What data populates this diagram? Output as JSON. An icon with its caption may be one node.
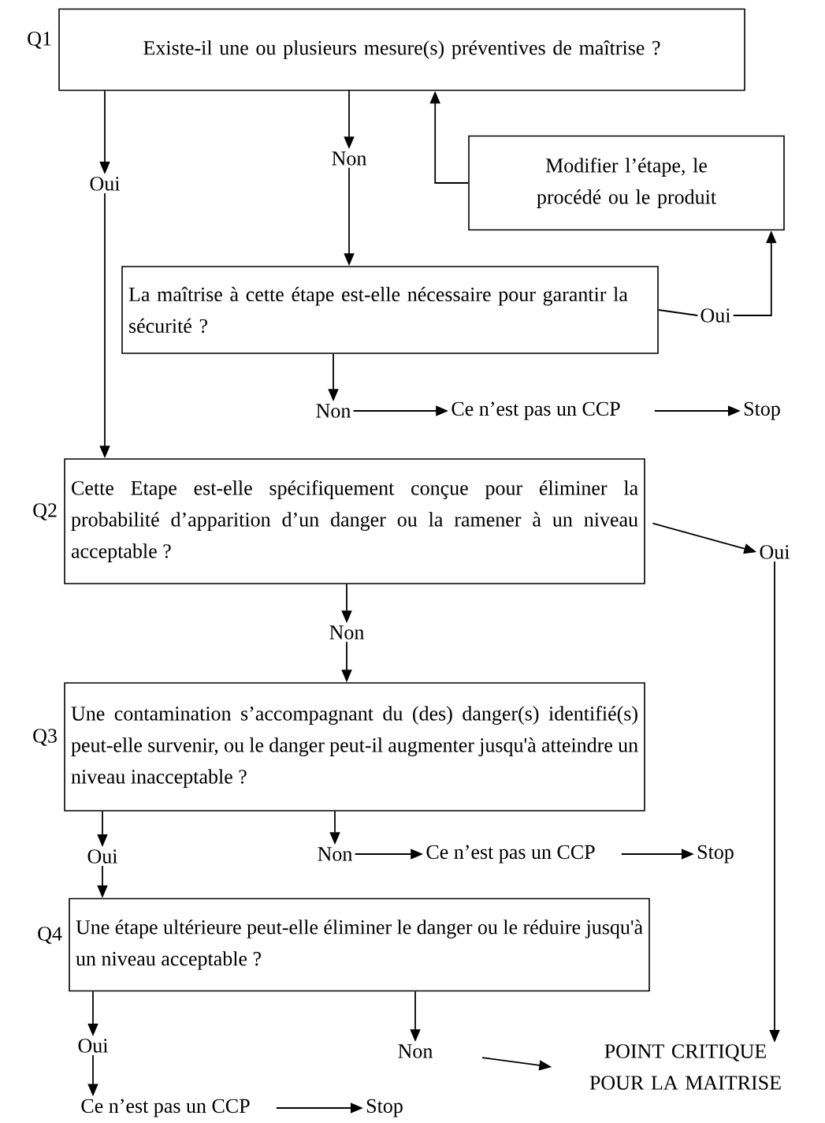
{
  "diagram": {
    "nodes": [
      {
        "text": [
          "Existe-il une ou plusieurs mesure(s) préventives de maîtrise ?"
        ],
        "beside": [
          "Q1"
        ]
      },
      {
        "text": [
          "Oui"
        ]
      },
      {
        "text": [
          "Non"
        ]
      },
      {
        "text": [
          "Modifier l’étape, le procédé ou le produit"
        ]
      },
      {
        "text": [
          "La maîtrise à cette étape est-elle nécessaire pour garantir la sécurité ?"
        ]
      },
      {
        "text": [
          "Oui"
        ]
      },
      {
        "text": [
          "Non"
        ]
      },
      {
        "text": [
          "Ce n’est pas un CCP"
        ]
      },
      {
        "text": [
          "Stop"
        ]
      },
      {
        "text": [
          "Cette Etape est-elle spécifiquement conçue pour éliminer la probabilité d’apparition d’un danger ou la ramener à un niveau acceptable ?"
        ],
        "beside": [
          "Q2"
        ]
      },
      {
        "text": [
          "Oui"
        ]
      },
      {
        "text": [
          "Non"
        ]
      },
      {
        "text": [
          "Une contamination s’accompagnant du (des) danger(s) identifié(s) peut-elle survenir, ou le danger peut-il augmenter jusqu'à atteindre un niveau inacceptable ?"
        ],
        "beside": [
          "Q3"
        ]
      },
      {
        "text": [
          "Oui"
        ]
      },
      {
        "text": [
          "Non"
        ]
      },
      {
        "text": [
          "Ce n’est pas un CCP"
        ]
      },
      {
        "text": [
          "Stop"
        ]
      },
      {
        "text": [
          "Une étape ultérieure peut-elle éliminer le danger ou le réduire jusqu'à un niveau acceptable ?"
        ],
        "beside": [
          "Q4"
        ]
      },
      {
        "text": [
          "Oui"
        ]
      },
      {
        "text": [
          "Non"
        ]
      },
      {
        "text": [
          "POINT CRITIQUE POUR LA MAITRISE"
        ]
      },
      {
        "text": [
          "Ce n’est pas un CCP"
        ]
      },
      {
        "text": [
          "Stop"
        ]
      }
    ],
    "edges": [
      {
        "from": 0,
        "to": 1,
        "arrow": "to"
      },
      {
        "from": 0,
        "to": 2,
        "arrow": "to"
      },
      {
        "from": 2,
        "to": 4,
        "arrow": "to"
      },
      {
        "from": 1,
        "to": 9,
        "arrow": "to"
      },
      {
        "from": 4,
        "to": 5,
        "arrow": "none"
      },
      {
        "from": 5,
        "to": 3,
        "arrow": "to"
      },
      {
        "from": 3,
        "to": 0,
        "arrow": "to"
      },
      {
        "from": 4,
        "to": 6,
        "arrow": "to"
      },
      {
        "from": 6,
        "to": 7,
        "arrow": "to"
      },
      {
        "from": 7,
        "to": 8,
        "arrow": "to"
      },
      {
        "from": 9,
        "to": 10,
        "arrow": "to"
      },
      {
        "from": 10,
        "to": 20,
        "arrow": "to"
      },
      {
        "from": 9,
        "to": 11,
        "arrow": "to"
      },
      {
        "from": 11,
        "to": 12,
        "arrow": "to"
      },
      {
        "from": 12,
        "to": 13,
        "arrow": "to"
      },
      {
        "from": 12,
        "to": 14,
        "arrow": "to"
      },
      {
        "from": 14,
        "to": 15,
        "arrow": "to"
      },
      {
        "from": 15,
        "to": 16,
        "arrow": "to"
      },
      {
        "from": 13,
        "to": 17,
        "arrow": "to"
      },
      {
        "from": 17,
        "to": 18,
        "arrow": "to"
      },
      {
        "from": 17,
        "to": 19,
        "arrow": "to"
      },
      {
        "from": 19,
        "to": 20,
        "arrow": "to"
      },
      {
        "from": 18,
        "to": 21,
        "arrow": "to"
      },
      {
        "from": 21,
        "to": 22,
        "arrow": "to"
      }
    ]
  }
}
